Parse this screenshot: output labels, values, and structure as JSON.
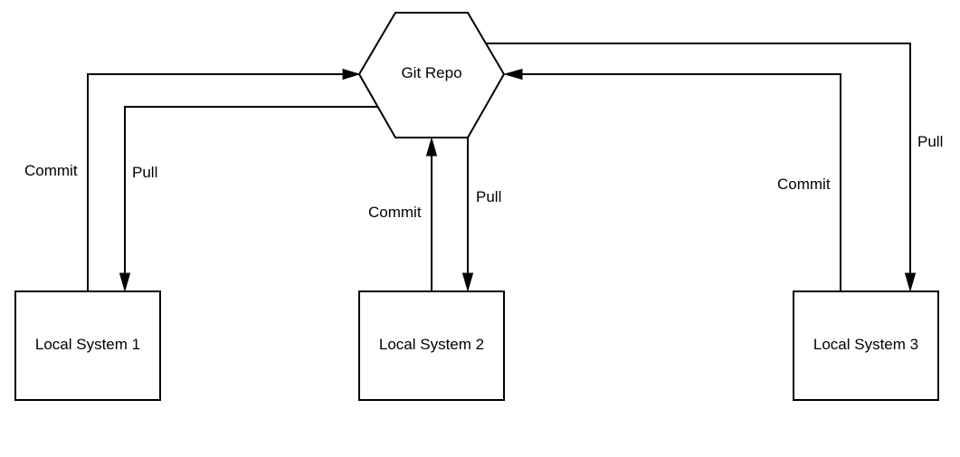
{
  "diagram": {
    "repo": {
      "label": "Git Repo"
    },
    "systems": [
      {
        "label": "Local System 1"
      },
      {
        "label": "Local System 2"
      },
      {
        "label": "Local System 3"
      }
    ],
    "edges": {
      "sys1_commit": "Commit",
      "sys1_pull": "Pull",
      "sys2_commit": "Commit",
      "sys2_pull": "Pull",
      "sys3_commit": "Commit",
      "sys3_pull": "Pull"
    },
    "colors": {
      "stroke": "#000000",
      "fill": "#ffffff"
    }
  }
}
